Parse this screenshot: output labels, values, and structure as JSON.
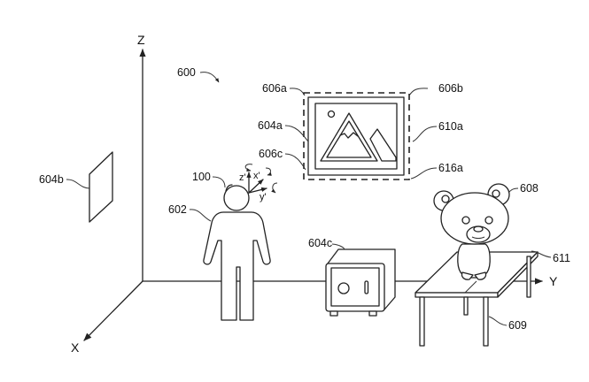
{
  "figure": {
    "type": "patent line drawing",
    "axes": {
      "z": "Z",
      "y": "Y",
      "x": "X"
    },
    "device_axes": {
      "z": "z'",
      "x": "x'",
      "y": "y'"
    },
    "labels": {
      "scene": "600",
      "device": "100",
      "person": "602",
      "frame_a": "606a",
      "frame_b": "606b",
      "frame_c": "606c",
      "wall_picture": "604a",
      "wall_panel": "604b",
      "safe": "604c",
      "edge_right": "610a",
      "edge_bottom": "616a",
      "bear": "608",
      "table": "609",
      "table_edge": "611"
    }
  }
}
